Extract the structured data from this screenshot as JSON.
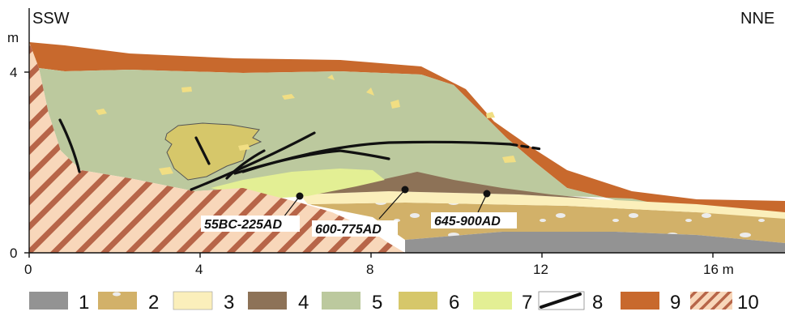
{
  "orientation": {
    "left": "SSW",
    "right": "NNE"
  },
  "y_axis": {
    "unit": "m",
    "ticks": [
      "4",
      "0"
    ]
  },
  "x_axis": {
    "ticks": [
      "0",
      "4",
      "8",
      "12",
      "16 m"
    ]
  },
  "dates": [
    "55BC-225AD",
    "600-775AD",
    "645-900AD"
  ],
  "legend": [
    {
      "label": "1",
      "kind": "fill",
      "color": "#939393"
    },
    {
      "label": "2",
      "kind": "dotted",
      "color": "#d2b169"
    },
    {
      "label": "3",
      "kind": "fill",
      "color": "#fbefbb"
    },
    {
      "label": "4",
      "kind": "fill",
      "color": "#8d7257"
    },
    {
      "label": "5",
      "kind": "fill",
      "color": "#bcc99e"
    },
    {
      "label": "6",
      "kind": "fill",
      "color": "#d6c76a"
    },
    {
      "label": "7",
      "kind": "fill",
      "color": "#e3ef94"
    },
    {
      "label": "8",
      "kind": "line",
      "color": "#111111"
    },
    {
      "label": "9",
      "kind": "fill",
      "color": "#c8692d"
    },
    {
      "label": "10",
      "kind": "hatch",
      "color": "#b76548"
    }
  ]
}
